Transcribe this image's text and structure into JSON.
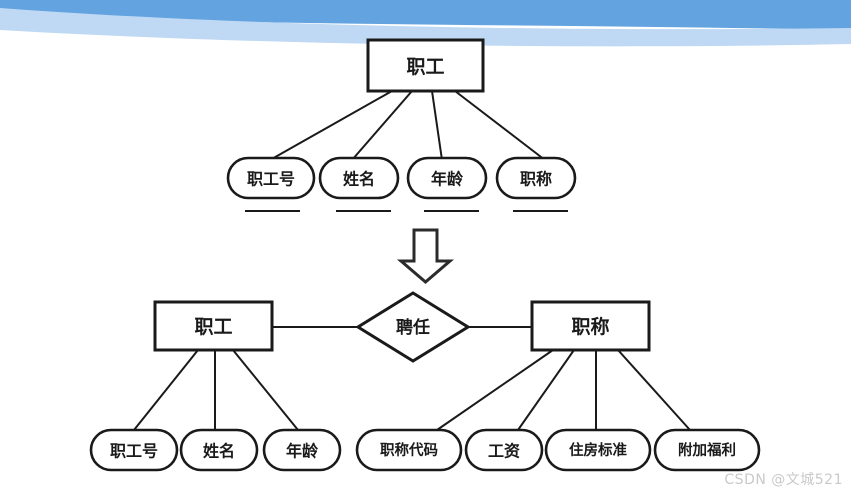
{
  "slide": {
    "watermark": "CSDN @文城521",
    "decor": {
      "band_dark": "#3b6fc4",
      "band_mid": "#62a3e0",
      "band_light": "#bfd9f4"
    },
    "ink": "#1a1a1a",
    "paper": "#ffffff"
  },
  "top_diagram": {
    "entity": {
      "label": "职工"
    },
    "attributes": [
      {
        "label": "职工号",
        "underlined": true
      },
      {
        "label": "姓名",
        "underlined": true
      },
      {
        "label": "年龄",
        "underlined": true
      },
      {
        "label": "职称",
        "underlined": true
      }
    ]
  },
  "transform_arrow": {
    "direction": "down"
  },
  "bottom_diagram": {
    "left_entity": {
      "label": "职工"
    },
    "relationship": {
      "label": "聘任"
    },
    "right_entity": {
      "label": "职称"
    },
    "left_attributes": [
      {
        "label": "职工号"
      },
      {
        "label": "姓名"
      },
      {
        "label": "年龄"
      }
    ],
    "right_attributes": [
      {
        "label": "职称代码"
      },
      {
        "label": "工资"
      },
      {
        "label": "住房标准"
      },
      {
        "label": "附加福利"
      }
    ]
  }
}
